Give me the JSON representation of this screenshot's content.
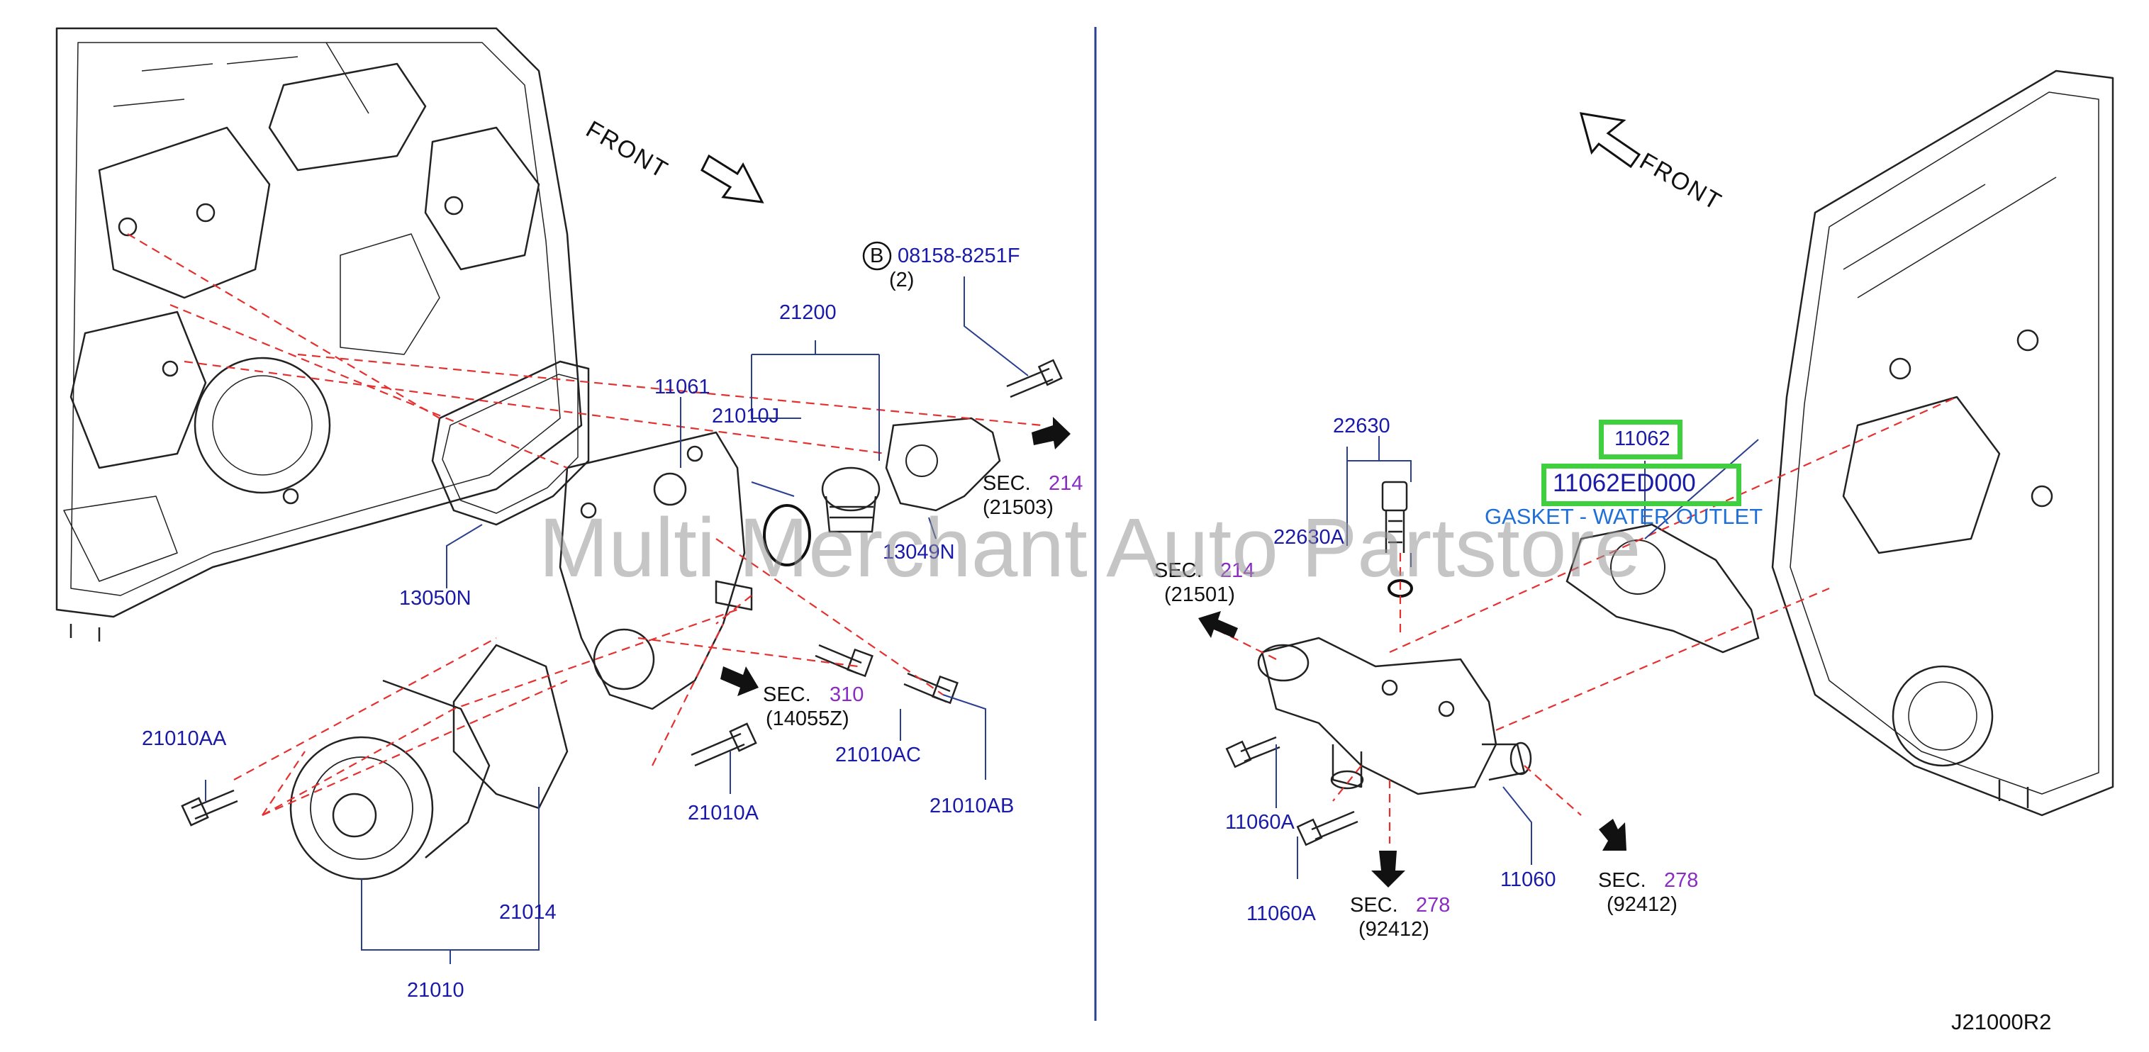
{
  "left": {
    "front": "FRONT",
    "bolt_b": {
      "badge": "B",
      "part": "08158-8251F",
      "qty": "(2)"
    },
    "parts": {
      "p21200": "21200",
      "p21010J": "21010J",
      "p11061": "11061",
      "p13049N": "13049N",
      "p13050N": "13050N",
      "p21010AA": "21010AA",
      "p21010AC": "21010AC",
      "p21010AB": "21010AB",
      "p21010A": "21010A",
      "p21014": "21014",
      "p21010": "21010"
    },
    "sec214": {
      "label": "SEC.",
      "num": "214",
      "ref": "(21503)"
    },
    "sec310": {
      "label": "SEC.",
      "num": "310",
      "ref": "(14055Z)"
    }
  },
  "right": {
    "front": "FRONT",
    "parts": {
      "p22630": "22630",
      "p22630A": "22630A",
      "p11062": "11062",
      "p11062ED000": "11062ED000",
      "gasket_desc": "GASKET - WATER OUTLET",
      "p11060A_1": "11060A",
      "p11060A_2": "11060A",
      "p11060": "11060"
    },
    "sec214": {
      "label": "SEC.",
      "num": "214",
      "ref": "(21501)"
    },
    "sec278a": {
      "label": "SEC.",
      "num": "278",
      "ref": "(92412)"
    },
    "sec278b": {
      "label": "SEC.",
      "num": "278",
      "ref": "(92412)"
    }
  },
  "watermark": "Multi Merchant Auto Partstore",
  "diagram_code": "J21000R2",
  "colors": {
    "part_number": "#1a1aa8",
    "section_number": "#8a2cc4",
    "highlight": "#3fcf3f",
    "guide_line": "#e53030",
    "leader": "#2a3f8f"
  }
}
